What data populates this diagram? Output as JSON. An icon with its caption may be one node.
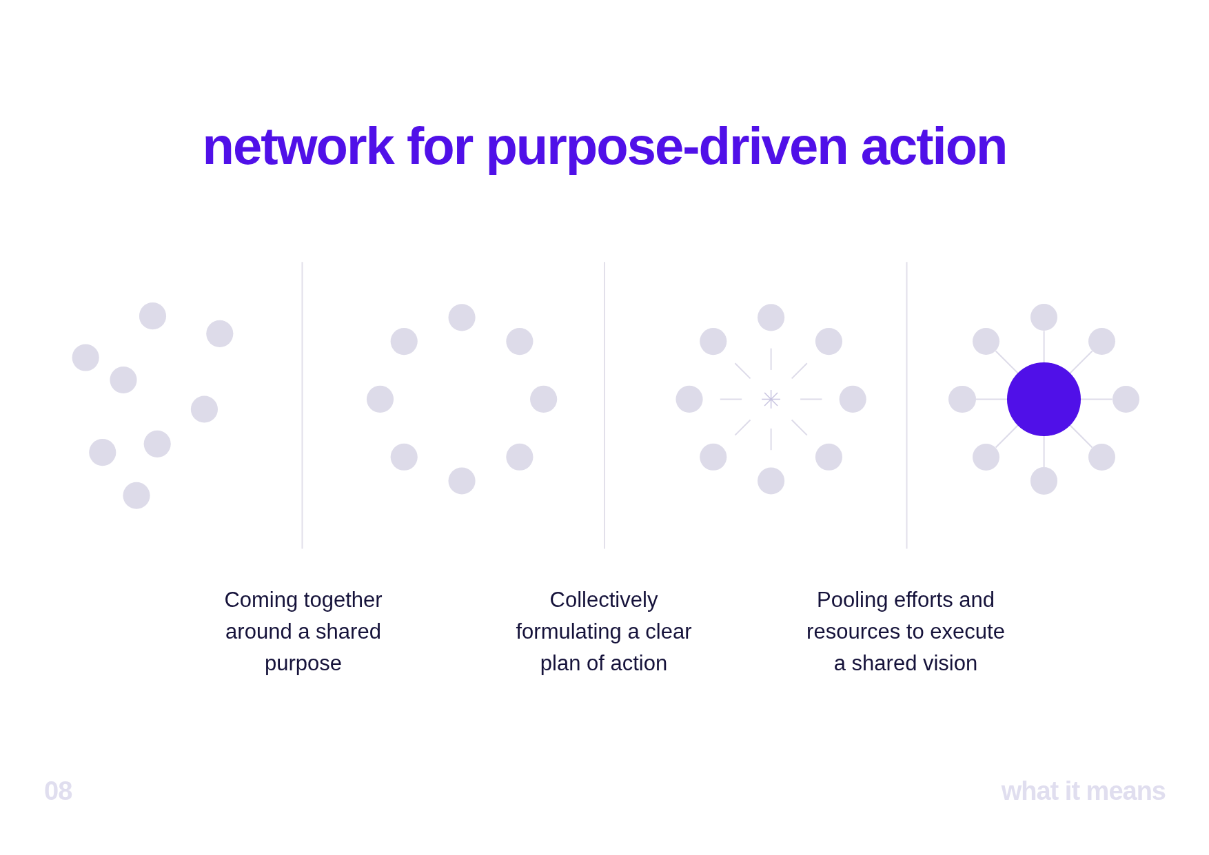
{
  "diagram": {
    "title": "network for purpose-driven action",
    "nodes": [
      {
        "text": [],
        "shape": "circle"
      },
      {
        "text": [],
        "shape": "circle"
      },
      {
        "text": [],
        "shape": "circle"
      },
      {
        "text": [],
        "shape": "circle"
      },
      {
        "text": [],
        "shape": "circle"
      },
      {
        "text": [],
        "shape": "circle"
      },
      {
        "text": [],
        "shape": "circle"
      },
      {
        "text": [],
        "shape": "circle"
      },
      {
        "text": [],
        "shape": "circle"
      }
    ],
    "edges": [
      {
        "from": 0,
        "to": 1,
        "arrow": "none"
      },
      {
        "from": 0,
        "to": 2,
        "arrow": "none"
      },
      {
        "from": 0,
        "to": 3,
        "arrow": "none"
      },
      {
        "from": 0,
        "to": 4,
        "arrow": "none"
      },
      {
        "from": 0,
        "to": 5,
        "arrow": "none"
      },
      {
        "from": 0,
        "to": 6,
        "arrow": "none"
      },
      {
        "from": 0,
        "to": 7,
        "arrow": "none"
      },
      {
        "from": 0,
        "to": 8,
        "arrow": "none"
      }
    ],
    "labels": [
      "Coming together around a shared purpose",
      "Collectively formulating a clear plan of action",
      "Pooling efforts and resources to execute a shared vision",
      "08",
      "what it means"
    ]
  }
}
